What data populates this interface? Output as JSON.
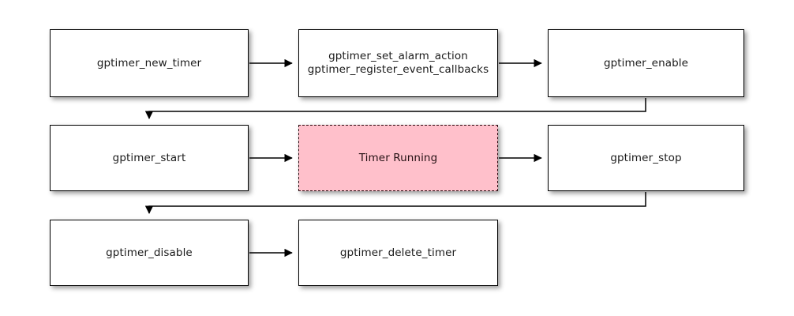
{
  "diagram": {
    "type": "flowchart",
    "background_color": "#ffffff",
    "nodes": [
      {
        "id": "new-timer",
        "label": "gptimer_new_timer",
        "shape": "rectangle",
        "style": "process",
        "fill": "#ffffff",
        "border_color": "#000000",
        "border_style": "solid",
        "row": 1,
        "column": "a"
      },
      {
        "id": "set-alarm-register",
        "label": "gptimer_set_alarm_action\ngptimer_register_event_callbacks",
        "line_1": "gptimer_set_alarm_action",
        "line_2": "gptimer_register_event_callbacks",
        "shape": "rectangle",
        "style": "process",
        "fill": "#ffffff",
        "border_color": "#000000",
        "border_style": "solid",
        "row": 1,
        "column": "b"
      },
      {
        "id": "enable",
        "label": "gptimer_enable",
        "shape": "rectangle",
        "style": "process",
        "fill": "#ffffff",
        "border_color": "#000000",
        "border_style": "solid",
        "row": 1,
        "column": "c"
      },
      {
        "id": "start",
        "label": "gptimer_start",
        "shape": "rectangle",
        "style": "process",
        "fill": "#ffffff",
        "border_color": "#000000",
        "border_style": "solid",
        "row": 2,
        "column": "a"
      },
      {
        "id": "timer-running",
        "label": "Timer Running",
        "shape": "rectangle",
        "style": "state",
        "fill": "#ffc0cb",
        "border_color": "#2b0b10",
        "border_style": "dashed",
        "row": 2,
        "column": "b"
      },
      {
        "id": "stop",
        "label": "gptimer_stop",
        "shape": "rectangle",
        "style": "process",
        "fill": "#ffffff",
        "border_color": "#000000",
        "border_style": "solid",
        "row": 2,
        "column": "c"
      },
      {
        "id": "disable",
        "label": "gptimer_disable",
        "shape": "rectangle",
        "style": "process",
        "fill": "#ffffff",
        "border_color": "#000000",
        "border_style": "solid",
        "row": 3,
        "column": "a"
      },
      {
        "id": "delete-timer",
        "label": "gptimer_delete_timer",
        "shape": "rectangle",
        "style": "process",
        "fill": "#ffffff",
        "border_color": "#000000",
        "border_style": "solid",
        "row": 3,
        "column": "b"
      }
    ],
    "edges": [
      {
        "id": "e1",
        "from": "new-timer",
        "to": "set-alarm-register",
        "label": "",
        "routing": "straight",
        "arrowhead": "filled-triangle"
      },
      {
        "id": "e2",
        "from": "set-alarm-register",
        "to": "enable",
        "label": "",
        "routing": "straight",
        "arrowhead": "filled-triangle"
      },
      {
        "id": "e3",
        "from": "enable",
        "to": "start",
        "label": "",
        "routing": "elbow",
        "arrowhead": "filled-triangle"
      },
      {
        "id": "e4",
        "from": "start",
        "to": "timer-running",
        "label": "",
        "routing": "straight",
        "arrowhead": "filled-triangle"
      },
      {
        "id": "e5",
        "from": "timer-running",
        "to": "stop",
        "label": "",
        "routing": "straight",
        "arrowhead": "filled-triangle"
      },
      {
        "id": "e6",
        "from": "stop",
        "to": "disable",
        "label": "",
        "routing": "elbow",
        "arrowhead": "filled-triangle"
      },
      {
        "id": "e7",
        "from": "disable",
        "to": "delete-timer",
        "label": "",
        "routing": "straight",
        "arrowhead": "filled-triangle"
      }
    ],
    "edge_color": "#000000"
  }
}
